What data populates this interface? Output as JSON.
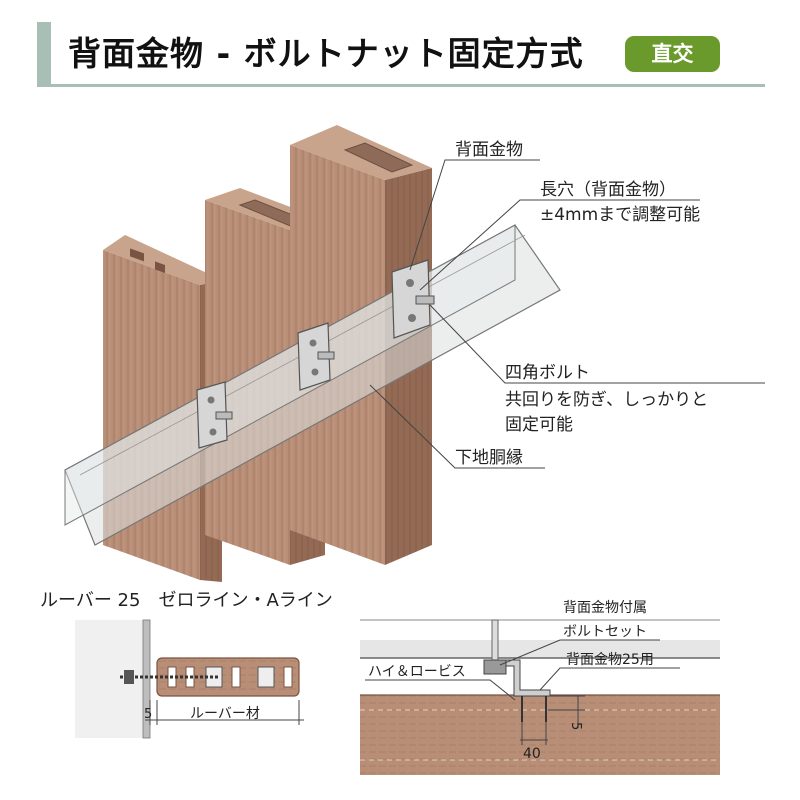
{
  "header": {
    "title": "背面金物 - ボルトナット固定方式",
    "badge": "直交"
  },
  "callouts": {
    "bracket": "背面金物",
    "slot_line1": "長穴（背面金物）",
    "slot_line2": "±4mmまで調整可能",
    "bolt_line1": "四角ボルト",
    "bolt_line2": "共回りを防ぎ、しっかりと",
    "bolt_line3": "固定可能",
    "batten": "下地胴縁"
  },
  "section_title": "ルーバー 25　ゼロライン・Aライン",
  "detail_left": {
    "dim_5": "5",
    "material_label": "ルーバー材"
  },
  "detail_right": {
    "bolt_set_line1": "背面金物付属",
    "bolt_set_line2": "ボルトセット",
    "bracket25": "背面金物25用",
    "screw": "ハイ＆ロービス",
    "dim_5": "5",
    "dim_40": "40"
  },
  "colors": {
    "accent_bar": "#a8bfb6",
    "badge": "#6a9a2c",
    "wood_front": "#b88e77",
    "wood_side": "#946a55",
    "wood_top": "#c9a48c"
  }
}
